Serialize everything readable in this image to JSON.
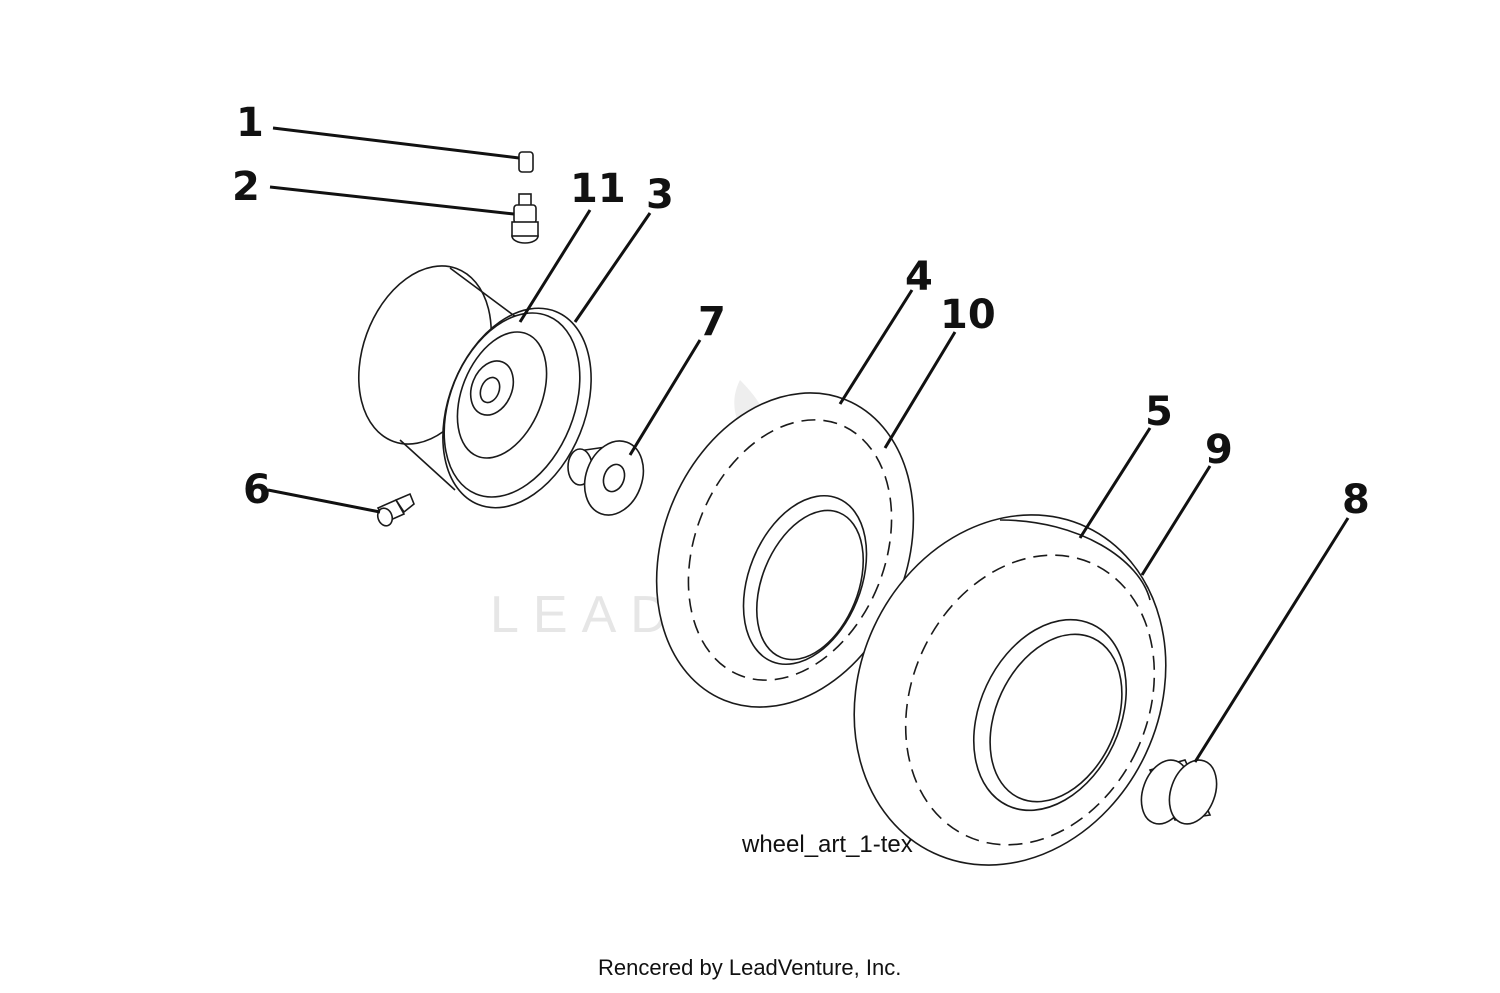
{
  "watermark": {
    "text": "LEADVENTURE"
  },
  "figure_reference": "wheel_art_1-tex",
  "credit": "Rencered by LeadVenture, Inc.",
  "callouts": {
    "c1": "1",
    "c2": "2",
    "c3": "3",
    "c4": "4",
    "c5": "5",
    "c6": "6",
    "c7": "7",
    "c8": "8",
    "c9": "9",
    "c10": "10",
    "c11": "11"
  },
  "colors": {
    "line": "#1a1a1a",
    "watermark": "#e6e6e6",
    "background": "#ffffff"
  }
}
